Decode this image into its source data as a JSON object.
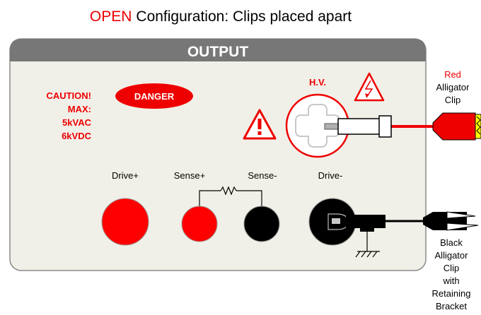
{
  "title": {
    "state": "OPEN",
    "rest": "Configuration: Clips placed apart",
    "state_color": "#ee0000"
  },
  "panel": {
    "header": "OUTPUT",
    "header_color": "#777777",
    "face_color": "#f1f0e8"
  },
  "caution": {
    "lines": [
      "CAUTION!",
      "MAX:",
      "5kVAC",
      "6kVDC"
    ],
    "color": "#ee0000"
  },
  "danger_badge": {
    "label": "DANGER",
    "color": "#ee0000"
  },
  "hv": {
    "label": "H.V."
  },
  "terminals": {
    "drive_plus": {
      "label": "Drive+",
      "color": "#ff0000"
    },
    "sense_plus": {
      "label": "Sense+",
      "color": "#ff0000"
    },
    "sense_minus": {
      "label": "Sense-",
      "color": "#000000"
    },
    "drive_minus": {
      "label": "Drive-",
      "color": "#000000"
    }
  },
  "red_clip": {
    "lines": [
      "Red",
      "Alligator",
      "Clip"
    ],
    "color": "#ee0000"
  },
  "black_clip": {
    "lines": [
      "Black",
      "Alligator",
      "Clip",
      "with",
      "Retaining",
      "Bracket"
    ]
  },
  "icons": [
    "warning-triangle-icon",
    "high-voltage-icon",
    "ground-symbol-icon",
    "resistor-symbol-icon"
  ]
}
